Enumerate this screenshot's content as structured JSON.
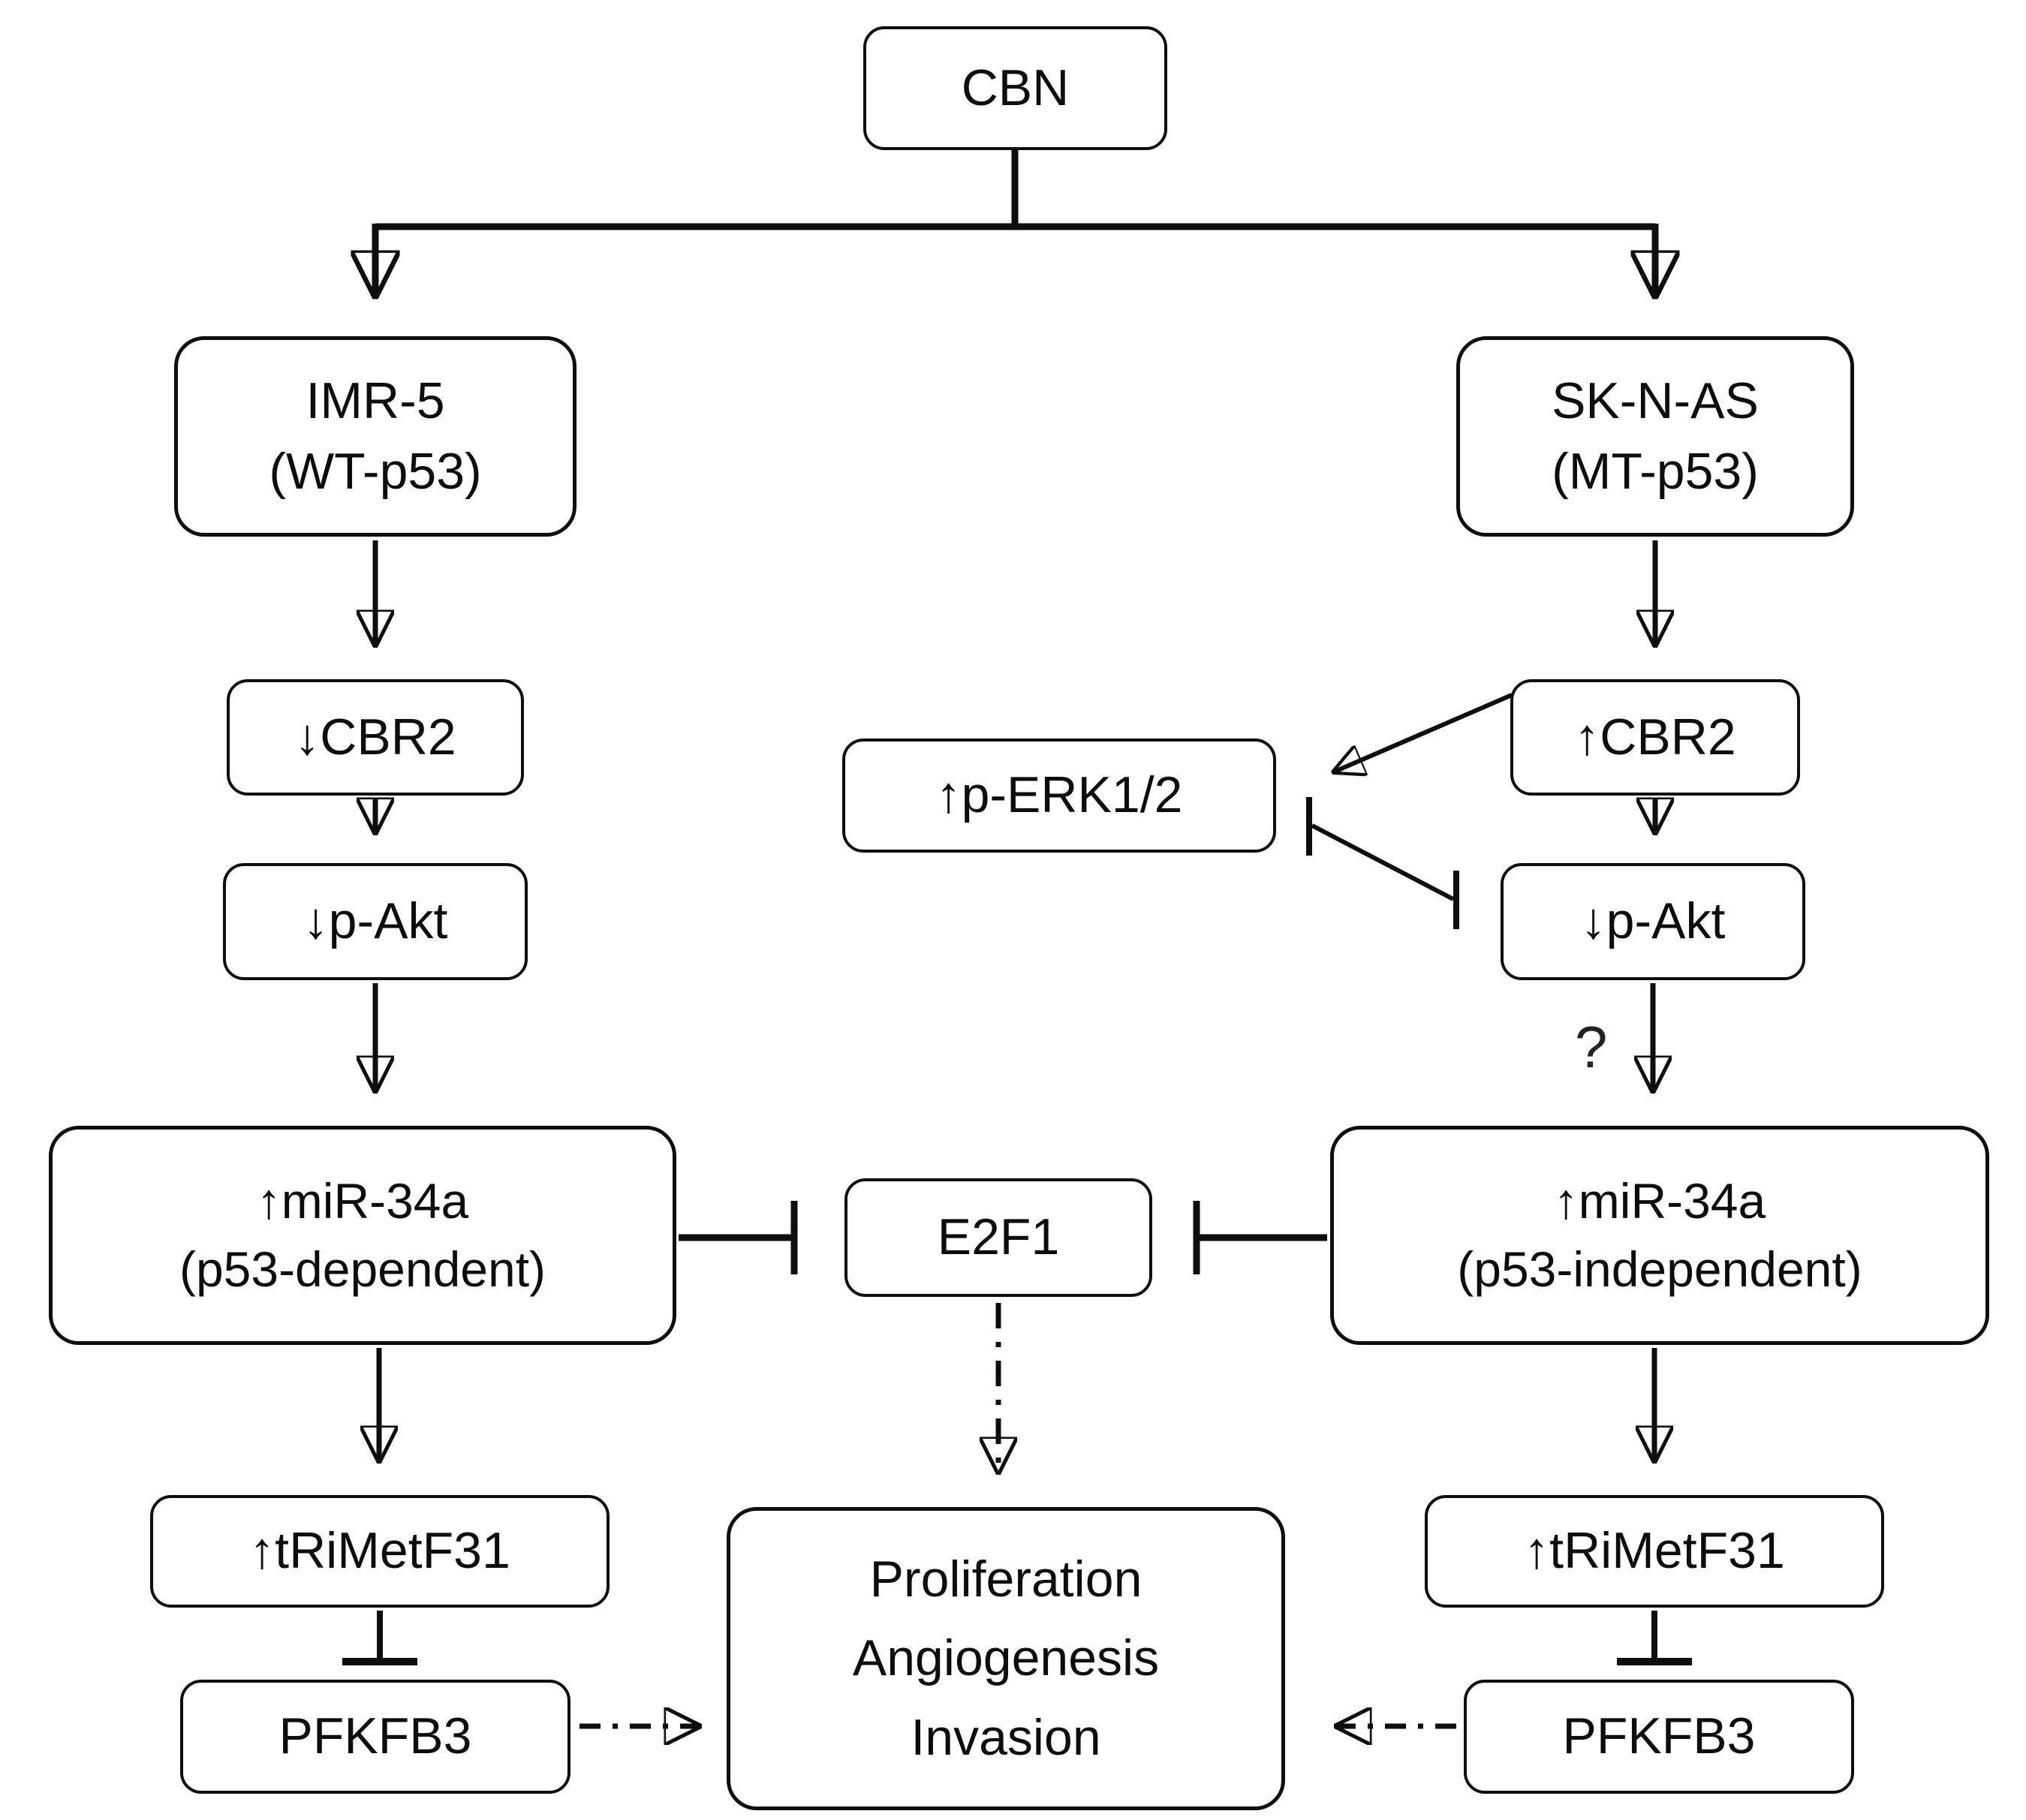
{
  "diagram": {
    "description": "Signaling pathway of CBN effects in two neuroblastoma cell lines converging on proliferation, angiogenesis and invasion",
    "colors": {
      "line": "#0e0e0e",
      "text": "#0d0d0d",
      "box_background": "#ffffff",
      "page_background": "#ffffff"
    },
    "nodes": {
      "cbn": {
        "label": "CBN"
      },
      "imr5": {
        "line1": "IMR-5",
        "line2": "(WT-p53)"
      },
      "sknas": {
        "line1": "SK-N-AS",
        "line2": "(MT-p53)"
      },
      "cbr2_down": {
        "label": "↓CBR2"
      },
      "cbr2_up": {
        "label": "↑CBR2"
      },
      "perk": {
        "label": "↑p-ERK1/2"
      },
      "pakt_left": {
        "label": "↓p-Akt"
      },
      "pakt_right": {
        "label": "↓p-Akt"
      },
      "mir34a_left": {
        "line1": "↑miR-34a",
        "line2": "(p53-dependent)"
      },
      "mir34a_right": {
        "line1": "↑miR-34a",
        "line2": "(p53-independent)"
      },
      "e2f1": {
        "label": "E2F1"
      },
      "trimetf31_left": {
        "label": "↑tRiMetF31"
      },
      "trimetf31_right": {
        "label": "↑tRiMetF31"
      },
      "pfkfb3_left": {
        "label": "PFKFB3"
      },
      "pfkfb3_right": {
        "label": "PFKFB3"
      },
      "outcome": {
        "line1": "Proliferation",
        "line2": "Angiogenesis",
        "line3": "Invasion"
      }
    },
    "annotations": {
      "uncertain_label": "?"
    },
    "connectors": [
      {
        "from": "CBN",
        "to": "IMR-5 (WT-p53)",
        "type": "arrow"
      },
      {
        "from": "CBN",
        "to": "SK-N-AS (MT-p53)",
        "type": "arrow"
      },
      {
        "from": "IMR-5 (WT-p53)",
        "to": "↓CBR2",
        "type": "arrow"
      },
      {
        "from": "↓CBR2",
        "to": "↓p-Akt",
        "type": "arrow"
      },
      {
        "from": "↓p-Akt (left)",
        "to": "↑miR-34a (p53-dependent)",
        "type": "arrow"
      },
      {
        "from": "↑miR-34a (p53-dependent)",
        "to": "↑tRiMetF31",
        "type": "arrow"
      },
      {
        "from": "↑tRiMetF31 (left)",
        "to": "PFKFB3",
        "type": "inhibition"
      },
      {
        "from": "PFKFB3 (left)",
        "to": "Proliferation/Angiogenesis/Invasion",
        "type": "dashed-arrow"
      },
      {
        "from": "SK-N-AS (MT-p53)",
        "to": "↑CBR2",
        "type": "arrow"
      },
      {
        "from": "↑CBR2",
        "to": "↑p-ERK1/2",
        "type": "arrow"
      },
      {
        "from": "↑CBR2",
        "to": "↓p-Akt",
        "type": "arrow"
      },
      {
        "from": "↑p-ERK1/2",
        "to": "↓p-Akt",
        "type": "mutual-inhibition"
      },
      {
        "from": "↓p-Akt (right)",
        "to": "↑miR-34a (p53-independent)",
        "type": "arrow",
        "annotation": "?"
      },
      {
        "from": "↑miR-34a (p53-independent)",
        "to": "↑tRiMetF31",
        "type": "arrow"
      },
      {
        "from": "↑tRiMetF31 (right)",
        "to": "PFKFB3",
        "type": "inhibition"
      },
      {
        "from": "PFKFB3 (right)",
        "to": "Proliferation/Angiogenesis/Invasion",
        "type": "dashed-arrow"
      },
      {
        "from": "↑miR-34a (p53-dependent)",
        "to": "E2F1",
        "type": "inhibition"
      },
      {
        "from": "↑miR-34a (p53-independent)",
        "to": "E2F1",
        "type": "inhibition"
      },
      {
        "from": "E2F1",
        "to": "Proliferation/Angiogenesis/Invasion",
        "type": "dashed-arrow"
      }
    ]
  }
}
